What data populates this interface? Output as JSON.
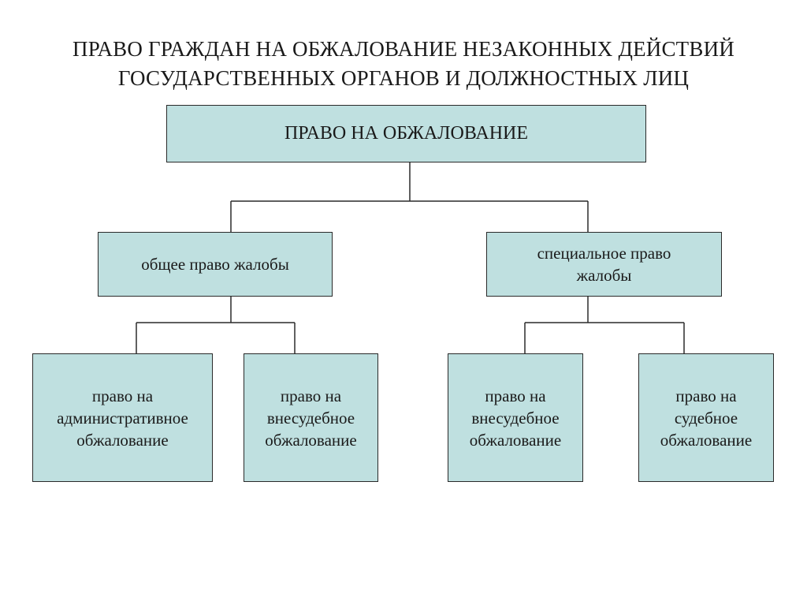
{
  "title": {
    "line1": "ПРАВО ГРАЖДАН НА ОБЖАЛОВАНИЕ НЕЗАКОННЫХ ДЕЙСТВИЙ",
    "line2": "ГОСУДАРСТВЕННЫХ ОРГАНОВ И ДОЛЖНОСТНЫХ ЛИЦ"
  },
  "colors": {
    "box_fill": "#bfe0e0",
    "box_border": "#2a2a2a",
    "connector": "#2a2a2a"
  },
  "root": {
    "label": "ПРАВО НА ОБЖАЛОВАНИЕ"
  },
  "general": {
    "label": "общее право жалобы"
  },
  "special": {
    "line1": "специальное право",
    "line2": "жалобы"
  },
  "leaves": [
    {
      "line1": "право на",
      "line2": "административное",
      "line3": "обжалование"
    },
    {
      "line1": "право на",
      "line2": "внесудебное",
      "line3": "обжалование"
    },
    {
      "line1": "право на",
      "line2": "внесудебное",
      "line3": "обжалование"
    },
    {
      "line1": "право на",
      "line2": "судебное",
      "line3": "обжалование"
    }
  ]
}
